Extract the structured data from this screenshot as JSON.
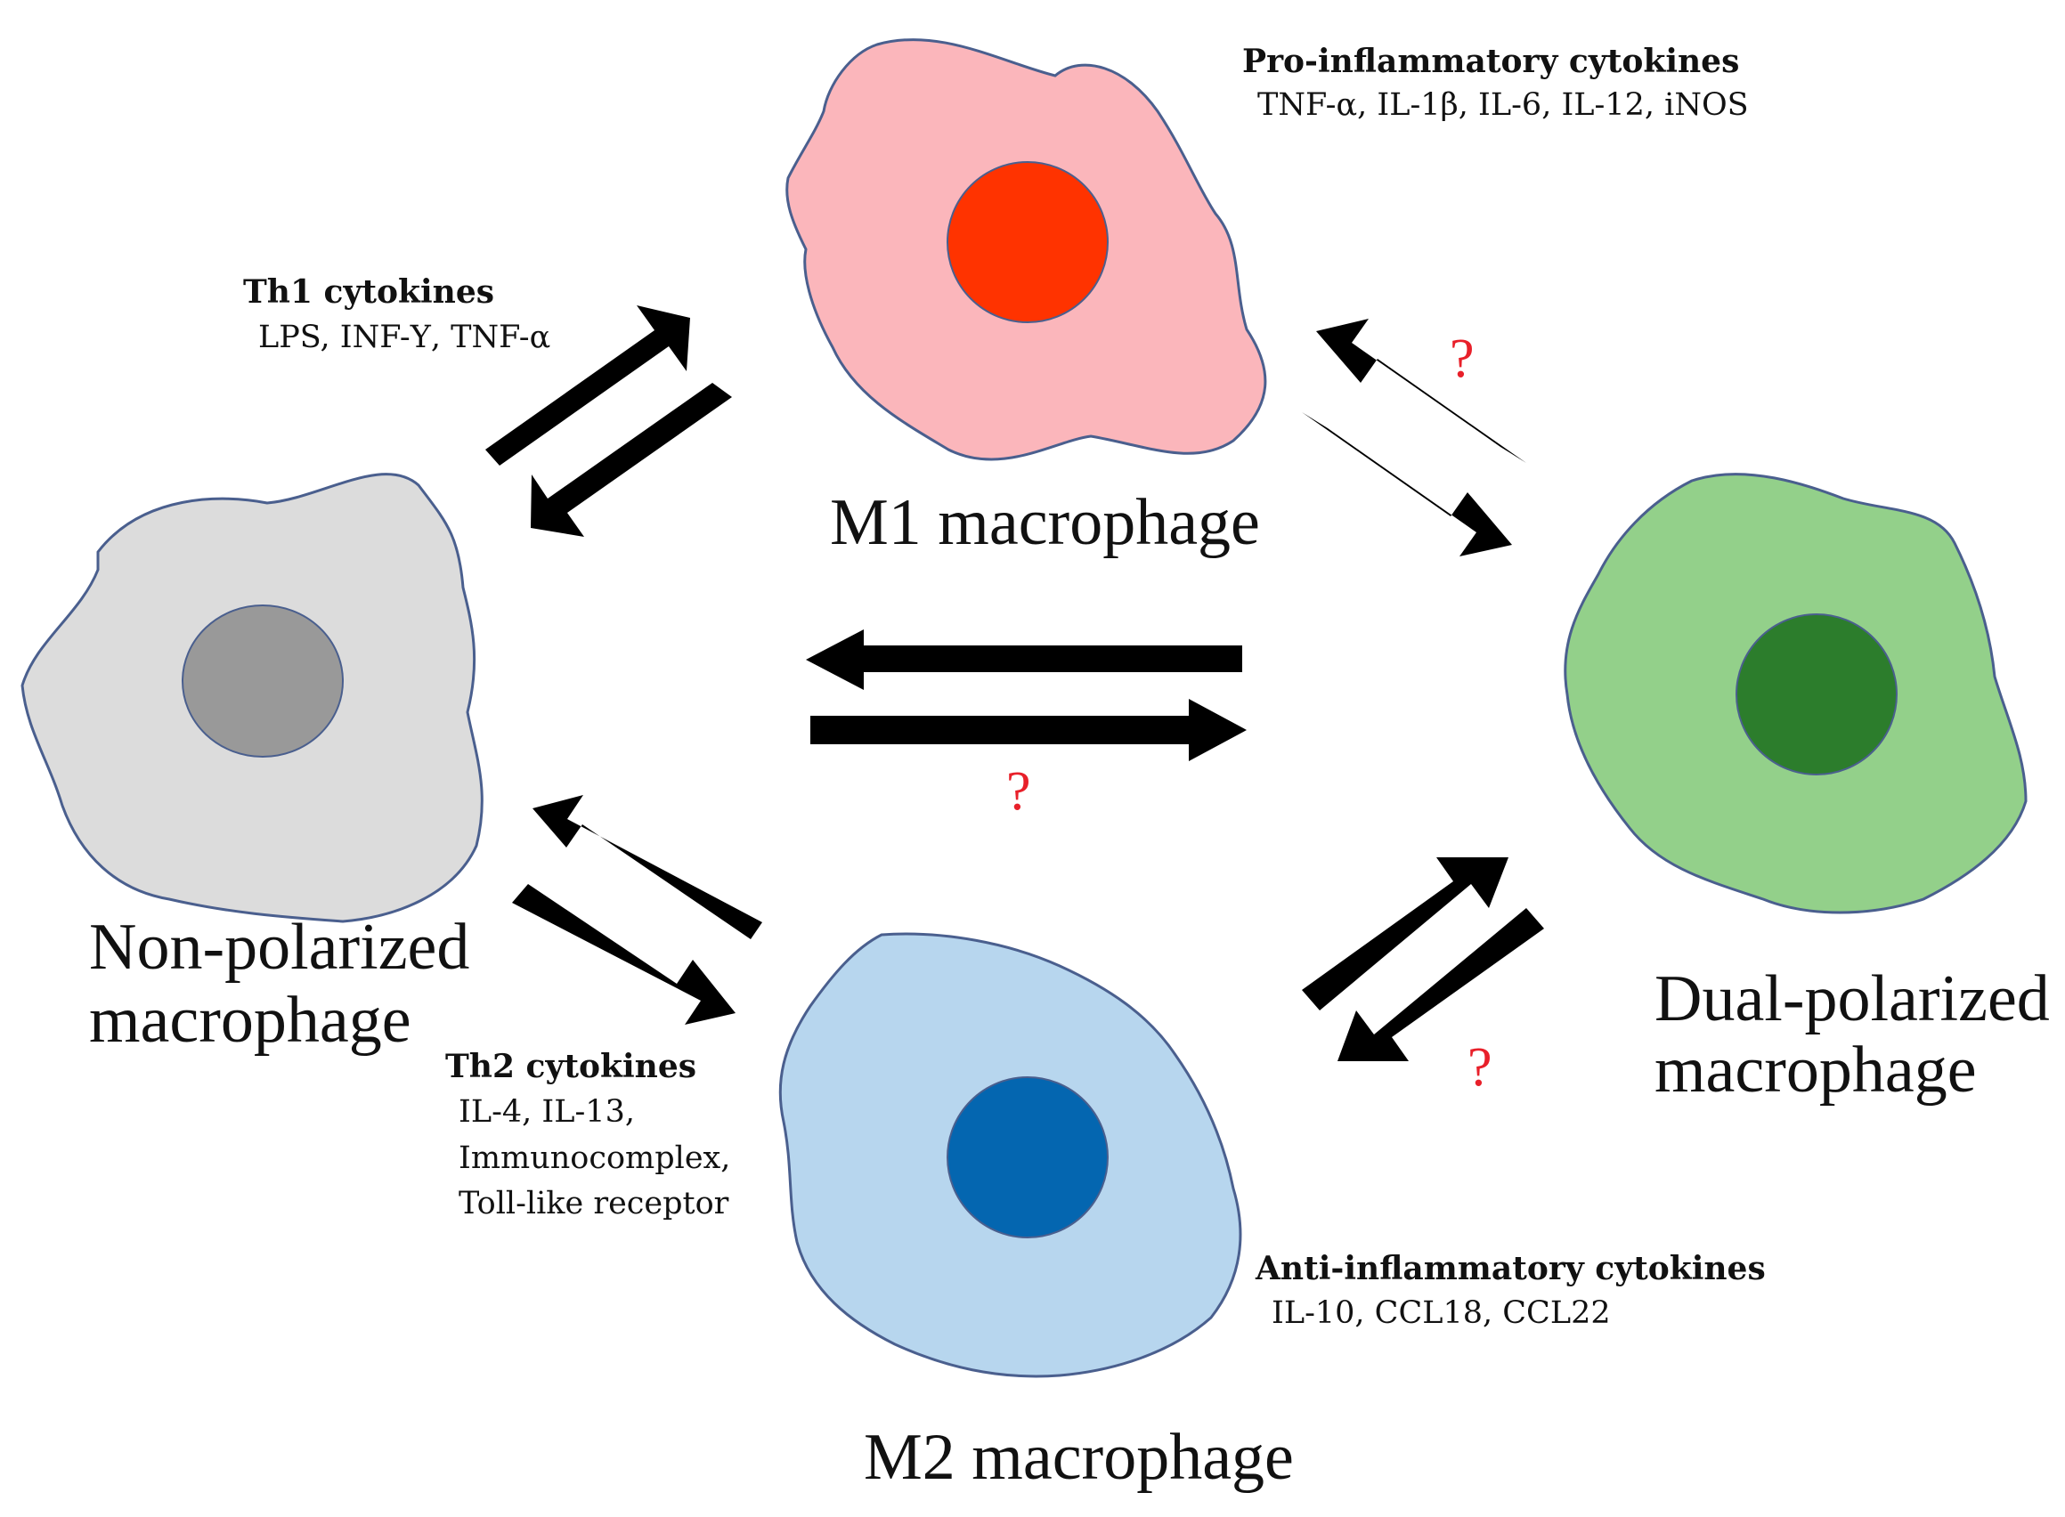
{
  "cells": {
    "m1": {
      "label": "M1 macrophage",
      "fill": "#fbb6bb",
      "nucleus": "#ff3300"
    },
    "m2": {
      "label": "M2 macrophage",
      "fill": "#b7d6ee",
      "nucleus": "#0466b0"
    },
    "non_polarized": {
      "label_line1": "Non-polarized",
      "label_line2": "macrophage",
      "fill": "#dcdcdc",
      "nucleus": "#999999"
    },
    "dual_polarized": {
      "label_line1": "Dual-polarized",
      "label_line2": "macrophage",
      "fill": "#93d08a",
      "nucleus": "#2c7d2c"
    }
  },
  "annotations": {
    "pro_inflammatory": {
      "title": "Pro-inflammatory cytokines",
      "items": "TNF-α, IL-1β, IL-6, IL-12, iNOS"
    },
    "th1": {
      "title": "Th1 cytokines",
      "items": "LPS, INF-Υ, TNF-α"
    },
    "th2": {
      "title": "Th2 cytokines",
      "line1": "IL-4, IL-13,",
      "line2": "Immunocomplex,",
      "line3": "Toll-like receptor"
    },
    "anti_inflammatory": {
      "title": "Anti-inflammatory cytokines",
      "items": "IL-10, CCL18, CCL22"
    }
  },
  "question_mark": "?",
  "colors": {
    "arrow": "#000000",
    "question": "#e8202a",
    "outline": "#4a5f8e"
  }
}
